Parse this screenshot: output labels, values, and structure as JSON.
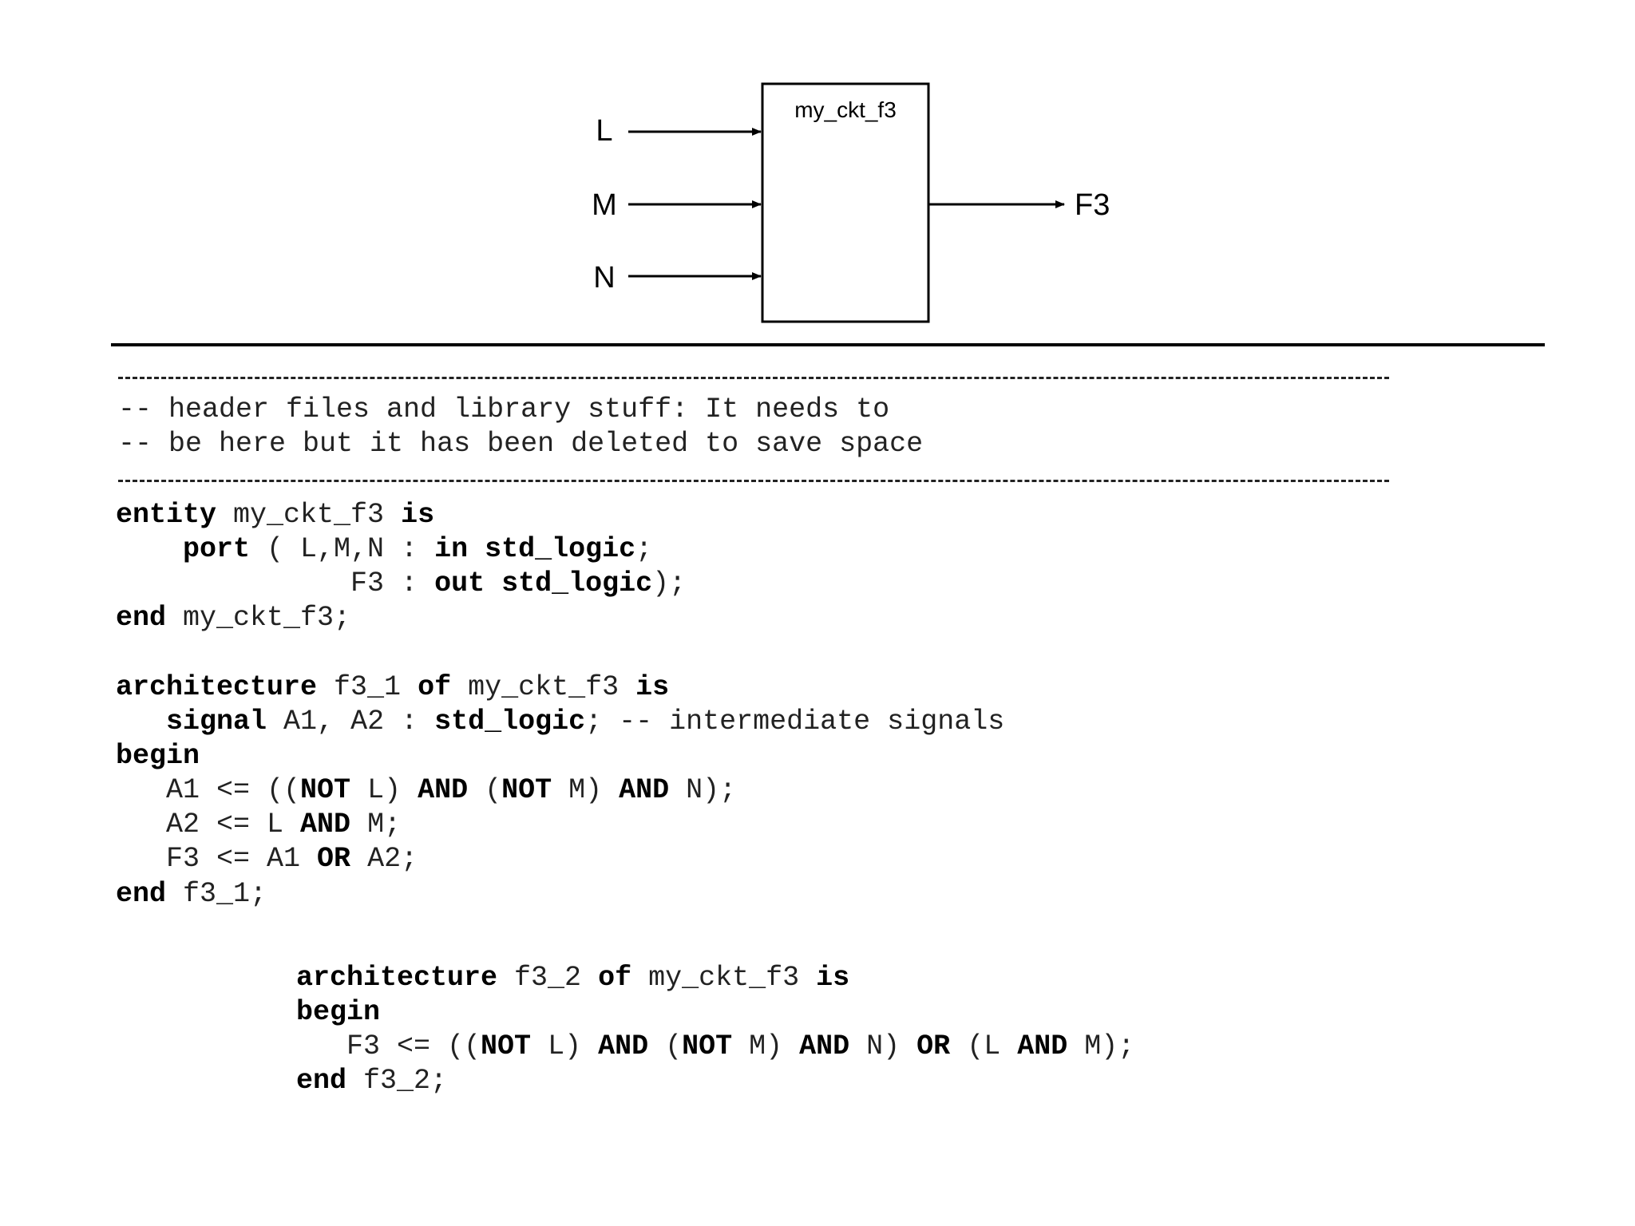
{
  "diagram": {
    "block_label": "my_ckt_f3",
    "inputs": [
      "L",
      "M",
      "N"
    ],
    "output": "F3"
  },
  "code": {
    "comment_header": [
      "-- header files and library stuff: It needs to",
      "-- be here but it has been deleted to save space"
    ],
    "entity": [
      [
        {
          "t": "entity",
          "b": true
        },
        {
          "t": " my_ckt_f3 "
        },
        {
          "t": "is",
          "b": true
        }
      ],
      [
        {
          "t": "    "
        },
        {
          "t": "port",
          "b": true
        },
        {
          "t": " ( L,M,N : "
        },
        {
          "t": "in std_logic",
          "b": true
        },
        {
          "t": ";"
        }
      ],
      [
        {
          "t": "              F3 : "
        },
        {
          "t": "out std_logic",
          "b": true
        },
        {
          "t": ");"
        }
      ],
      [
        {
          "t": "end",
          "b": true
        },
        {
          "t": " my_ckt_f3;"
        }
      ]
    ],
    "architecture_1": [
      [
        {
          "t": "architecture",
          "b": true
        },
        {
          "t": " f3_1 "
        },
        {
          "t": "of",
          "b": true
        },
        {
          "t": " my_ckt_f3 "
        },
        {
          "t": "is",
          "b": true
        }
      ],
      [
        {
          "t": "   "
        },
        {
          "t": "signal",
          "b": true
        },
        {
          "t": " A1, A2 : "
        },
        {
          "t": "std_logic",
          "b": true
        },
        {
          "t": "; -- intermediate signals"
        }
      ],
      [
        {
          "t": "begin",
          "b": true
        }
      ],
      [
        {
          "t": "   A1 <= (("
        },
        {
          "t": "NOT",
          "b": true
        },
        {
          "t": " L) "
        },
        {
          "t": "AND",
          "b": true
        },
        {
          "t": " ("
        },
        {
          "t": "NOT",
          "b": true
        },
        {
          "t": " M) "
        },
        {
          "t": "AND",
          "b": true
        },
        {
          "t": " N);"
        }
      ],
      [
        {
          "t": "   A2 <= L "
        },
        {
          "t": "AND",
          "b": true
        },
        {
          "t": " M;"
        }
      ],
      [
        {
          "t": "   F3 <= A1 "
        },
        {
          "t": "OR",
          "b": true
        },
        {
          "t": " A2;"
        }
      ],
      [
        {
          "t": "end",
          "b": true
        },
        {
          "t": " f3_1;"
        }
      ]
    ],
    "architecture_2": [
      [
        {
          "t": "architecture",
          "b": true
        },
        {
          "t": " f3_2 "
        },
        {
          "t": "of",
          "b": true
        },
        {
          "t": " my_ckt_f3 "
        },
        {
          "t": "is",
          "b": true
        }
      ],
      [
        {
          "t": "begin",
          "b": true
        }
      ],
      [
        {
          "t": "   F3 <= (("
        },
        {
          "t": "NOT",
          "b": true
        },
        {
          "t": " L) "
        },
        {
          "t": "AND",
          "b": true
        },
        {
          "t": " ("
        },
        {
          "t": "NOT",
          "b": true
        },
        {
          "t": " M) "
        },
        {
          "t": "AND",
          "b": true
        },
        {
          "t": " N) "
        },
        {
          "t": "OR",
          "b": true
        },
        {
          "t": " (L "
        },
        {
          "t": "AND",
          "b": true
        },
        {
          "t": " M);"
        }
      ],
      [
        {
          "t": "end",
          "b": true
        },
        {
          "t": " f3_2;"
        }
      ]
    ]
  }
}
